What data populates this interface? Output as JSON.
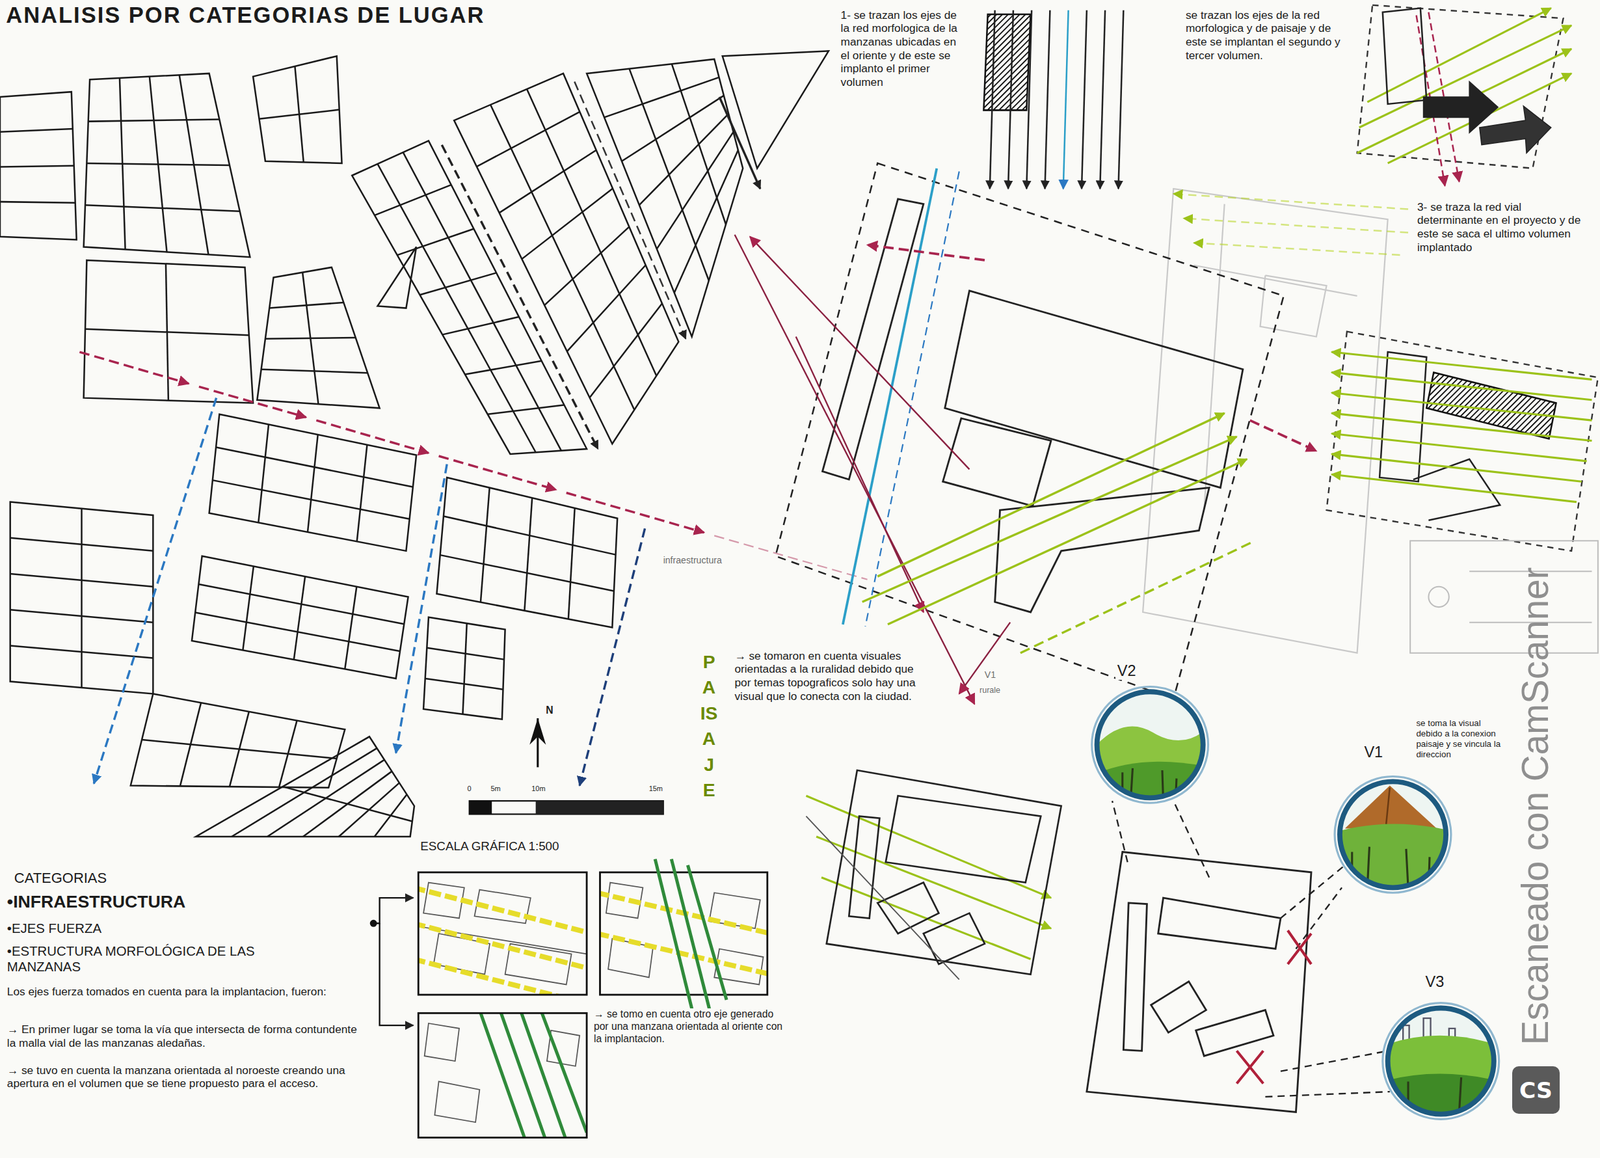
{
  "diagram": {
    "title": "ANALISIS POR CATEGORIAS DE LUGAR",
    "nodes": [
      {
        "text": [
          "CS"
        ]
      }
    ],
    "labels": [
      "1- se trazan los ejes de la red morfologica de la manzanas ubicadas en el oriente y de este se implanto el primer volumen",
      "se trazan los ejes de la red morfologica y de paisaje y de este se implantan el segundo y tercer volumen.",
      "3- se traza la red vial determinante en el proyecto y de este se saca el ultimo volumen implantado",
      "PAISAJE",
      "→ se tomaron en cuenta visuales orientadas a la ruralidad debido que por temas topograficos solo hay una visual que lo conecta con la ciudad.",
      "infraestructura",
      "V1",
      "rurale",
      "V2",
      "V1",
      "se toma la visual debido a la conexion paisaje y se vincula la direccion",
      "V3",
      "ESCALA GRÁFICA 1:500",
      "0",
      "5m",
      "10m",
      "15m",
      "N",
      "CATEGORIAS",
      "•INFRAESTRUCTURA",
      "•EJES FUERZA",
      "•ESTRUCTURA MORFOLÓGICA DE LAS MANZANAS",
      "Los ejes fuerza tomados en cuenta para la implantacion, fueron:",
      "→ En primer lugar se toma la vía que intersecta de forma contundente la malla vial de las manzanas aledañas.",
      "→ se tuvo en cuenta la manzana orientada al noroeste creando una apertura en el volumen que se tiene propuesto para el acceso.",
      "→ se tomo en cuenta otro eje generado por una manzana orientada al oriente con la implantacion.",
      "Escaneado con CamScanner"
    ]
  }
}
